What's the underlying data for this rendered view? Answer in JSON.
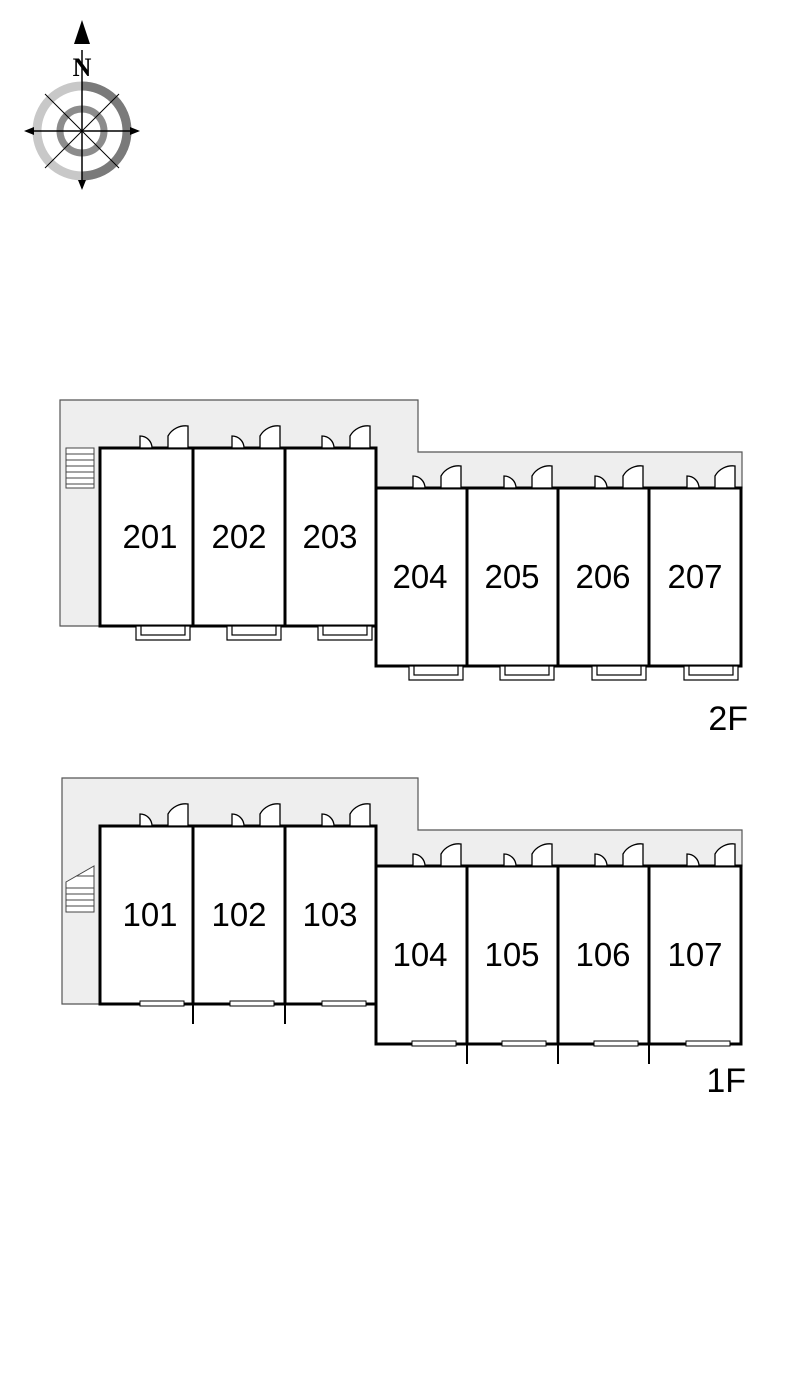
{
  "compass": {
    "north_letter": "N"
  },
  "floors": [
    {
      "floor_label": "2F",
      "units": [
        "201",
        "202",
        "203",
        "204",
        "205",
        "206",
        "207"
      ]
    },
    {
      "floor_label": "1F",
      "units": [
        "101",
        "102",
        "103",
        "104",
        "105",
        "106",
        "107"
      ]
    }
  ],
  "colors": {
    "corridor": "#eeeeee",
    "wall": "#000000",
    "compass_ring": "#9a9a9a"
  }
}
